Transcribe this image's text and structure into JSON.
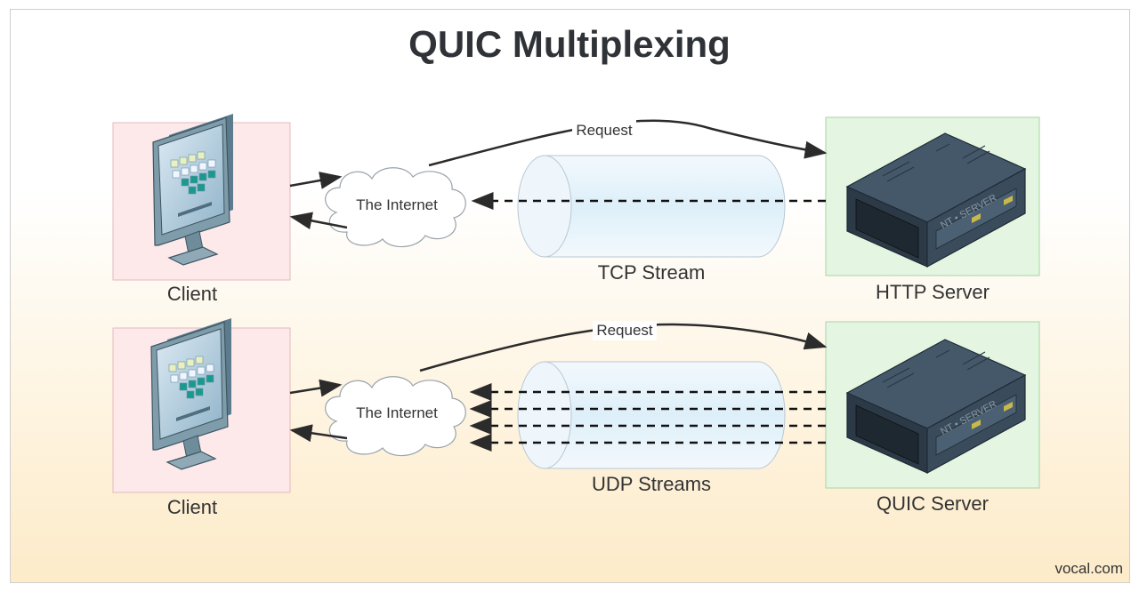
{
  "title": "QUIC Multiplexing",
  "top": {
    "client_label": "Client",
    "internet_label": "The Internet",
    "request_label": "Request",
    "stream_label": "TCP Stream",
    "server_label": "HTTP Server",
    "server_brand": "NT • SERVER"
  },
  "bottom": {
    "client_label": "Client",
    "internet_label": "The Internet",
    "request_label": "Request",
    "stream_label": "UDP Streams",
    "server_label": "QUIC Server",
    "server_brand": "NT • SERVER"
  },
  "footer": "vocal.com",
  "colors": {
    "client_box": "#fde9ea",
    "server_box": "#e4f6e2",
    "tube": "#e4f3fb",
    "arrows": "#2b2b2b"
  }
}
